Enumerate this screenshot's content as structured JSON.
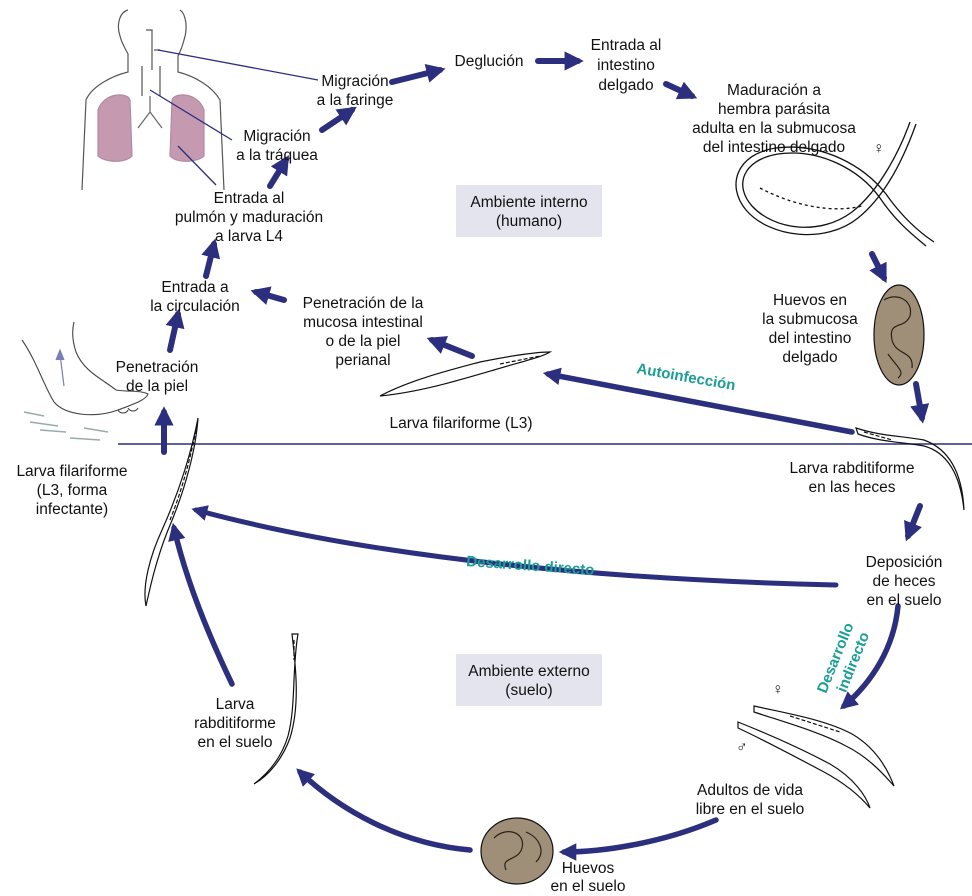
{
  "colors": {
    "arrow": "#2b2f7e",
    "route_label": "#1a9e96",
    "env_box": "#e3e4ee",
    "egg": "#a08f78",
    "lung": "#c59ab0",
    "outline": "#111111"
  },
  "environments": {
    "internal": [
      "Ambiente interno",
      "(humano)"
    ],
    "external": [
      "Ambiente externo",
      "(suelo)"
    ]
  },
  "stages": {
    "deglucion": [
      "Deglución"
    ],
    "intestino": [
      "Entrada al",
      "intestino",
      "delgado"
    ],
    "maduracion": [
      "Maduración a",
      "hembra parásita",
      "adulta en la submucosa",
      "del intestino delgado"
    ],
    "faringe": [
      "Migración",
      "a la faringe"
    ],
    "traquea": [
      "Migración",
      "a la tráquea"
    ],
    "pulmon": [
      "Entrada al",
      "pulmón y maduración",
      "a larva L4"
    ],
    "circulacion": [
      "Entrada a",
      "la circulación"
    ],
    "mucosa": [
      "Penetración de la",
      "mucosa intestinal",
      "o de la piel",
      "perianal"
    ],
    "penetracion_piel": [
      "Penetración",
      "de la piel"
    ],
    "huevos_submucosa": [
      "Huevos en",
      "la submucosa",
      "del intestino",
      "delgado"
    ],
    "larva_l3": [
      "Larva filariforme (L3)"
    ],
    "larva_infectante": [
      "Larva filariforme",
      "(L3, forma",
      "infectante)"
    ],
    "rabditiforme_heces": [
      "Larva rabditiforme",
      "en las heces"
    ],
    "deposicion": [
      "Deposición",
      "de heces",
      "en el suelo"
    ],
    "rabditiforme_suelo": [
      "Larva",
      "rabditiforme",
      "en el suelo"
    ],
    "adultos": [
      "Adultos de vida",
      "libre en el suelo"
    ],
    "huevos_suelo": [
      "Huevos",
      "en el suelo"
    ]
  },
  "routes": {
    "autoinfeccion": "Autoinfección",
    "directo": "Desarrollo directo",
    "indirecto": [
      "Desarrollo",
      "indirecto"
    ]
  },
  "symbols": {
    "female": "♀",
    "male": "♂"
  },
  "icons": [
    "human-torso-lungs-icon",
    "foot-icon",
    "female-worm-icon",
    "egg-icon",
    "larva-icon",
    "male-female-worms-icon"
  ]
}
